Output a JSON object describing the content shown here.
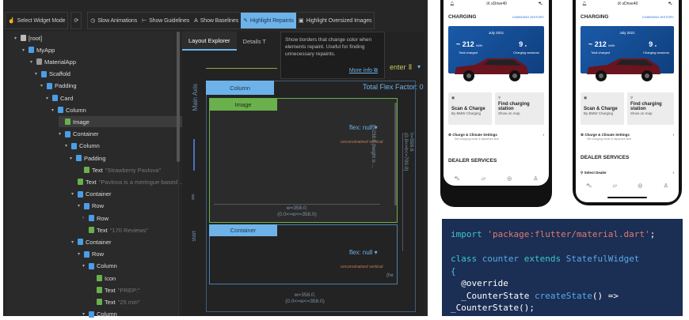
{
  "toolbar": {
    "select_widget_mode": "Select Widget Mode",
    "refresh": "⟳",
    "slow_animations": "Slow Animations",
    "show_guidelines": "Show Guidelines",
    "show_baselines": "Show Baselines",
    "highlight_repaints": "Highlight Repaints",
    "highlight_oversized_images": "Highlight Oversized Images"
  },
  "tree": [
    {
      "name": "[root]",
      "level": 0,
      "color": "#bbbbbb",
      "exp": "v"
    },
    {
      "name": "MyApp",
      "level": 1,
      "color": "#4a9ee8",
      "exp": "v"
    },
    {
      "name": "MaterialApp",
      "level": 2,
      "color": "#999999",
      "exp": "v"
    },
    {
      "name": "Scaffold",
      "level": 3,
      "color": "#4a9ee8",
      "exp": "v"
    },
    {
      "name": "Padding",
      "level": 4,
      "color": "#4a9ee8",
      "exp": "v"
    },
    {
      "name": "Card",
      "level": 5,
      "color": "#4a9ee8",
      "exp": "v"
    },
    {
      "name": "Column",
      "level": 6,
      "color": "#4a9ee8",
      "exp": "v"
    },
    {
      "name": "Image",
      "level": 7,
      "color": "#6ab04c",
      "exp": "",
      "selected": true
    },
    {
      "name": "Container",
      "level": 7,
      "color": "#4a9ee8",
      "exp": "v"
    },
    {
      "name": "Column",
      "level": 8,
      "color": "#4a9ee8",
      "exp": "v"
    },
    {
      "name": "Padding",
      "level": 9,
      "color": "#4a9ee8",
      "exp": "v"
    },
    {
      "name": "Text",
      "value": "\"Strawberry Pavlova\"",
      "level": 10,
      "color": "#6ab04c",
      "exp": ""
    },
    {
      "name": "Text",
      "value": "\"Pavlova is a meringue-based ...",
      "level": 9,
      "color": "#6ab04c",
      "exp": ""
    },
    {
      "name": "Container",
      "level": 9,
      "color": "#4a9ee8",
      "exp": "v"
    },
    {
      "name": "Row",
      "level": 10,
      "color": "#4a9ee8",
      "exp": "v"
    },
    {
      "name": "Row",
      "level": 11,
      "color": "#4a9ee8",
      "exp": ">"
    },
    {
      "name": "Text",
      "value": "\"170 Reviews\"",
      "level": 11,
      "color": "#6ab04c",
      "exp": ""
    },
    {
      "name": "Container",
      "level": 9,
      "color": "#4a9ee8",
      "exp": "v"
    },
    {
      "name": "Row",
      "level": 10,
      "color": "#4a9ee8",
      "exp": "v"
    },
    {
      "name": "Column",
      "level": 11,
      "color": "#4a9ee8",
      "exp": "v"
    },
    {
      "name": "Icon",
      "level": 12,
      "color": "#6ab04c",
      "exp": ""
    },
    {
      "name": "Text",
      "value": "\"PREP:\"",
      "level": 12,
      "color": "#6ab04c",
      "exp": ""
    },
    {
      "name": "Text",
      "value": "\"25 min\"",
      "level": 12,
      "color": "#6ab04c",
      "exp": ""
    },
    {
      "name": "Column",
      "level": 11,
      "color": "#4a9ee8",
      "exp": "v"
    }
  ],
  "details": {
    "tabs": [
      "Layout Explorer",
      "Details T"
    ],
    "tooltip": {
      "text": "Show borders that change color when elements repaint. Useful for finding unnecessary repaints.",
      "link": "More info ⧉"
    },
    "alignment": "enter",
    "column_label": "Column",
    "total_flex": "Total Flex Factor: 0",
    "main_axis": "Main Axis",
    "start": "start",
    "image_label": "Image",
    "container_label": "Container",
    "flex": "flex: null ▾",
    "unconstrained": "unconstrained vertical",
    "image_height": "h=238.6 (height is ...",
    "image_width": "w=358.0;\n(0.0<=w<=358.0)",
    "col_height": "h=599.6\n(0.0<=h<=709.0)",
    "col_width": "w=358.0;\n(0.0<=w<=358.0)",
    "container_height": "(he"
  },
  "phone": {
    "header": "iX xDrive40",
    "charging": "CHARGING",
    "history": "CHARGING HISTORY",
    "month": "July 2021",
    "kwh": "~ 212",
    "kwh_unit": "kWh",
    "total_charged": "Total charged",
    "sessions": "9",
    "sessions_unit": "x",
    "sessions_label": "Charging sessions",
    "scan": "Scan & Charge",
    "scan_sub": "By BMW Charging",
    "find": "Find charging station",
    "find_sub": "Show on map",
    "settings": "Charge & Climate Settings",
    "settings_sub": "Set charging mode & departure time",
    "dealer": "DEALER SERVICES",
    "select_dealer": "Select Dealer",
    "car_color": "#6a1420"
  },
  "code": {
    "line1_kw": "import",
    "line1_str": "'package:flutter/material.dart'",
    "line1_end": ";",
    "l2_kw1": "class",
    "l2_name": "counter",
    "l2_kw2": "extends",
    "l2_base": "StatefulWidget",
    "l3": "{",
    "l4": "  @override",
    "l5_type": "  _CounterState",
    "l5_fn": "createState",
    "l5_rest": "() =>",
    "l6": "_CounterState();"
  }
}
